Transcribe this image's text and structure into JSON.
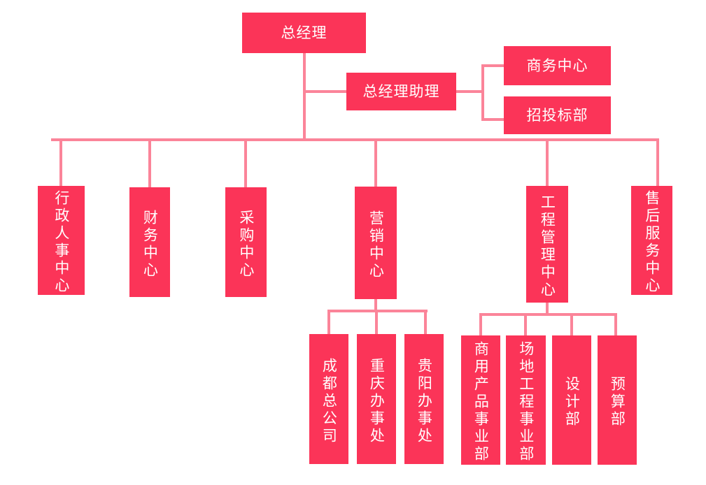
{
  "chart_title": "",
  "theme": {
    "node_fill": "#fb3458",
    "node_text": "#ffffff",
    "connector": "#fb8499",
    "background": "#ffffff"
  },
  "org": {
    "root": {
      "label": "总经理",
      "orientation": "horizontal"
    },
    "assistant": {
      "label": "总经理助理",
      "orientation": "horizontal"
    },
    "assistant_children": [
      {
        "label": "商务中心",
        "orientation": "horizontal"
      },
      {
        "label": "招投标部",
        "orientation": "horizontal"
      }
    ],
    "divisions": [
      {
        "label": "行政人事中心",
        "orientation": "vertical"
      },
      {
        "label": "财务中心",
        "orientation": "vertical"
      },
      {
        "label": "采购中心",
        "orientation": "vertical"
      },
      {
        "label": "营销中心",
        "orientation": "vertical"
      },
      {
        "label": "工程管理中心",
        "orientation": "vertical"
      },
      {
        "label": "售后服务中心",
        "orientation": "vertical"
      }
    ],
    "marketing_children": [
      {
        "label": "成都总公司",
        "orientation": "vertical"
      },
      {
        "label": "重庆办事处",
        "orientation": "vertical"
      },
      {
        "label": "贵阳办事处",
        "orientation": "vertical"
      }
    ],
    "engineering_children": [
      {
        "label": "商用产品事业部",
        "orientation": "vertical"
      },
      {
        "label": "场地工程事业部",
        "orientation": "vertical"
      },
      {
        "label": "设计部",
        "orientation": "vertical"
      },
      {
        "label": "预算部",
        "orientation": "vertical"
      }
    ]
  }
}
